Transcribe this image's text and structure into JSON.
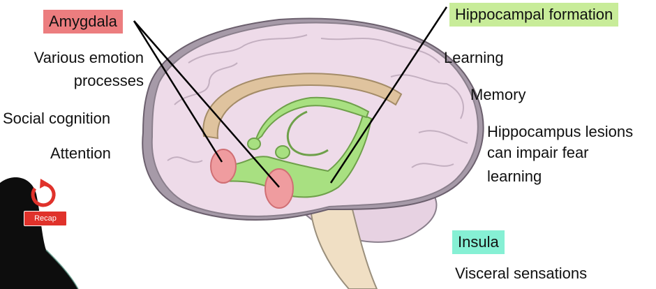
{
  "colors": {
    "amygdala_box": "#ec7d7f",
    "hippocampal_box": "#c8ec99",
    "insula_box": "#86f0d4",
    "brain_fill": "#eedbe9",
    "brain_outline": "#8a7f8c",
    "hippocampus_fill": "#a8e081",
    "amygdala_fill": "#ef9c9f",
    "corpus_fill": "#dfc39e",
    "recap_red": "#e0322b"
  },
  "labels": {
    "amygdala": "Amygdala",
    "hippocampal": "Hippocampal formation",
    "insula": "Insula"
  },
  "amygdala_functions": {
    "line1": "Various emotion",
    "line2": "processes",
    "social": "Social cognition",
    "attention": "Attention"
  },
  "hippocampal_functions": {
    "learning": "Learning",
    "memory": "Memory",
    "lesion1": "Hippocampus lesions",
    "lesion2": "can impair fear",
    "lesion3": "learning"
  },
  "insula_functions": {
    "visceral": "Visceral sensations"
  },
  "recap": {
    "label": "Recap",
    "icon": "replay-icon"
  }
}
